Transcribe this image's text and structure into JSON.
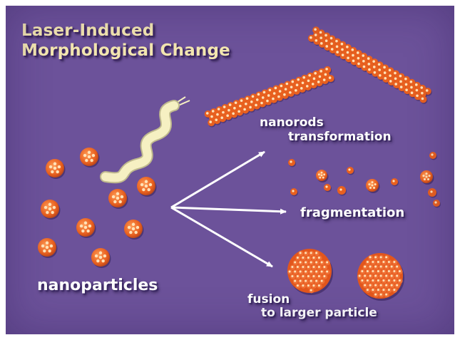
{
  "title": {
    "line1": "Laser-Induced",
    "line2": "Morphological Change"
  },
  "labels": {
    "nanoparticles": "nanoparticles",
    "nanorods_line1": "nanorods",
    "nanorods_line2": "transformation",
    "fragmentation": "fragmentation",
    "fusion_line1": "fusion",
    "fusion_line2": "to larger particle"
  },
  "colors": {
    "background": "#6c529a",
    "particle": "#ee6a2c",
    "particle_highlight": "#ffe2b8",
    "laser": "#f6f0c2",
    "arrow": "#ffffff",
    "title": "#f3e6b0"
  }
}
